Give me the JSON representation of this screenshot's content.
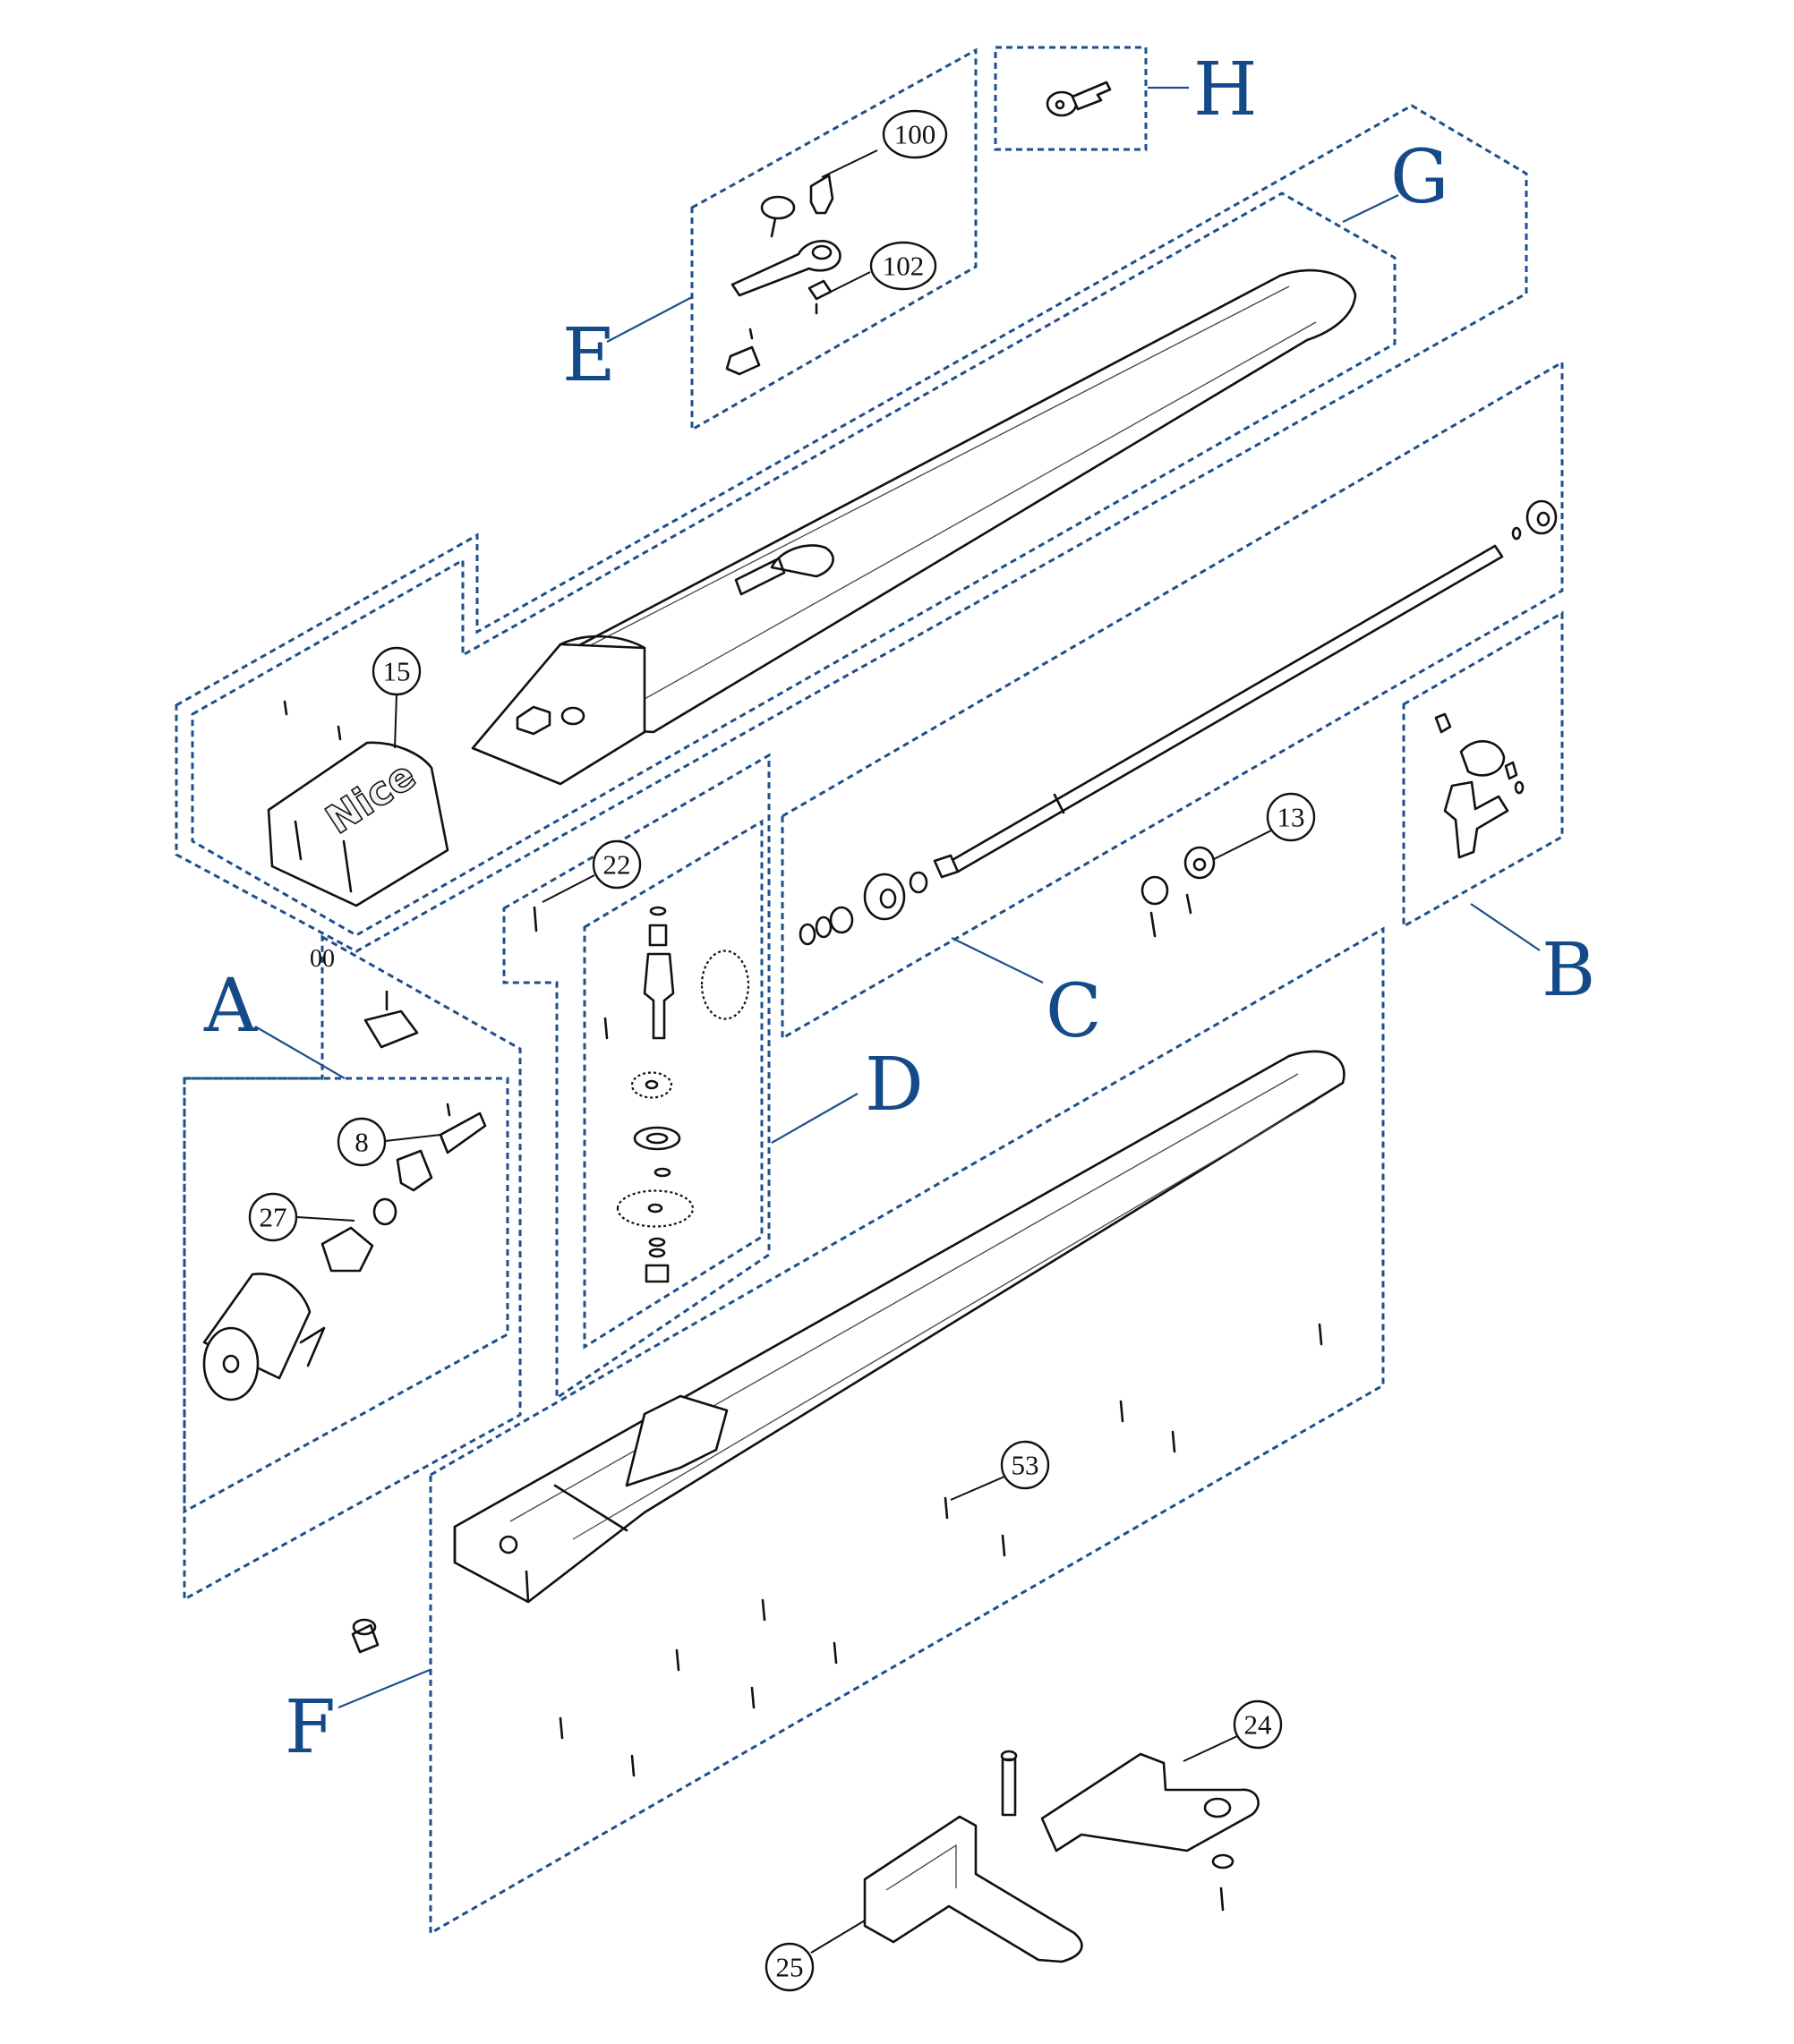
{
  "group_labels": {
    "a": "A",
    "b": "B",
    "c": "C",
    "d": "D",
    "e": "E",
    "f": "F",
    "g": "G",
    "h": "H"
  },
  "part_numbers": {
    "p100": "100",
    "p102": "102",
    "p15": "15",
    "p22": "22",
    "p13": "13",
    "p8": "8",
    "p27": "27",
    "p53": "53",
    "p24": "24",
    "p25": "25"
  },
  "fragment_text": "00",
  "cover_logo": "Nice",
  "colors": {
    "group_outline": "#1d4f8c",
    "label_text": "#154a89",
    "part_line": "#111111"
  }
}
